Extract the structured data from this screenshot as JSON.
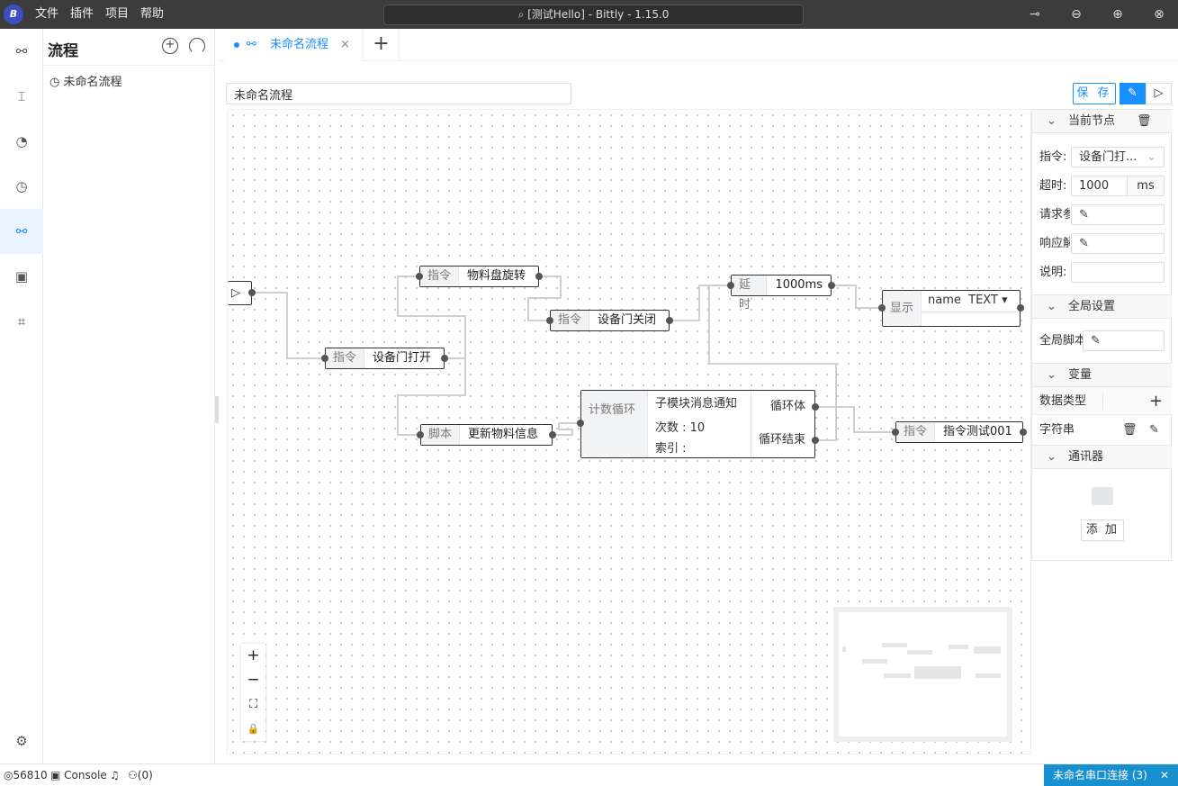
{
  "titlebar": {
    "menus": [
      "文件",
      "插件",
      "项目",
      "帮助"
    ],
    "title": "[测试Hello] - Bittly - 1.15.0",
    "logo": "B"
  },
  "sidebar": {
    "title": "流程",
    "items": [
      {
        "label": "未命名流程"
      }
    ]
  },
  "tabs": [
    {
      "label": "未命名流程"
    }
  ],
  "editor": {
    "flow_name": "未命名流程",
    "save_label": "保 存"
  },
  "nodes": {
    "n1": {
      "type": "指令",
      "value": "物料盘旋转"
    },
    "n2": {
      "type": "指令",
      "value": "设备门关闭"
    },
    "n3": {
      "type": "指令",
      "value": "设备门打开"
    },
    "n4": {
      "type": "脚本",
      "value": "更新物料信息"
    },
    "loop": {
      "type": "计数循环",
      "title": "子模块消息通知",
      "count": "次数 : 10",
      "index": "索引 :",
      "out_body": "循环体",
      "out_end": "循环结束"
    },
    "delay": {
      "type": "延时",
      "value": "1000ms"
    },
    "display": {
      "type": "显示",
      "field": "name",
      "format": "TEXT"
    },
    "n5": {
      "type": "指令",
      "value": "指令测试001"
    }
  },
  "panel": {
    "current_node": "当前节点",
    "fields": {
      "cmd_label": "指令:",
      "cmd_value": "设备门打...",
      "timeout_label": "超时:",
      "timeout_value": "1000",
      "timeout_unit": "ms",
      "request_label": "请求参数",
      "response_label": "响应解析",
      "desc_label": "说明:"
    },
    "global_settings": "全局设置",
    "global_script_label": "全局脚本",
    "variables": "变量",
    "var_header": "数据类型",
    "var_row": "字符串",
    "communicator": "通讯器",
    "add_label": "添 加"
  },
  "statusbar": {
    "port": "56810",
    "console": "Console",
    "users": "(0)",
    "serial": "未命名串口连接",
    "serial_count": "(3)"
  },
  "colors": {
    "accent": "#1890ff",
    "titlebar": "#3c3c3c",
    "serial_bar": "#1890d0"
  }
}
